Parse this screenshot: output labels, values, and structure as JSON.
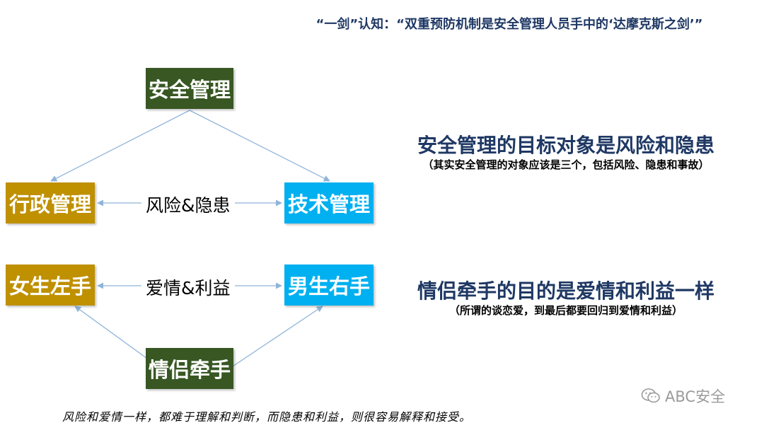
{
  "title": "“一剑”认知：“双重预防机制是安全管理人员手中的‘达摩克斯之剑’”",
  "diagram1": {
    "top": "安全管理",
    "left": "行政管理",
    "right": "技术管理",
    "middle": "风险&隐患",
    "statement": "安全管理的目标对象是风险和隐患",
    "note": "（其实安全管理的对象应该是三个，包括风险、隐患和事故）"
  },
  "diagram2": {
    "left": "女生左手",
    "right": "男生右手",
    "middle": "爱情&利益",
    "bottom": "情侣牵手",
    "statement": "情侣牵手的目的是爱情和利益一样",
    "note": "（所谓的谈恋爱，到最后都要回归到爱情和利益）"
  },
  "footer": "风险和爱情一样，都难于理解和判断，而隐患和利益，则很容易解释和接受。",
  "watermark": "ABC安全",
  "colors": {
    "dark_green": "#385723",
    "gold": "#bf9000",
    "cyan": "#00b0f0",
    "navy": "#1f3864",
    "arrow": "#8fb4d9"
  }
}
